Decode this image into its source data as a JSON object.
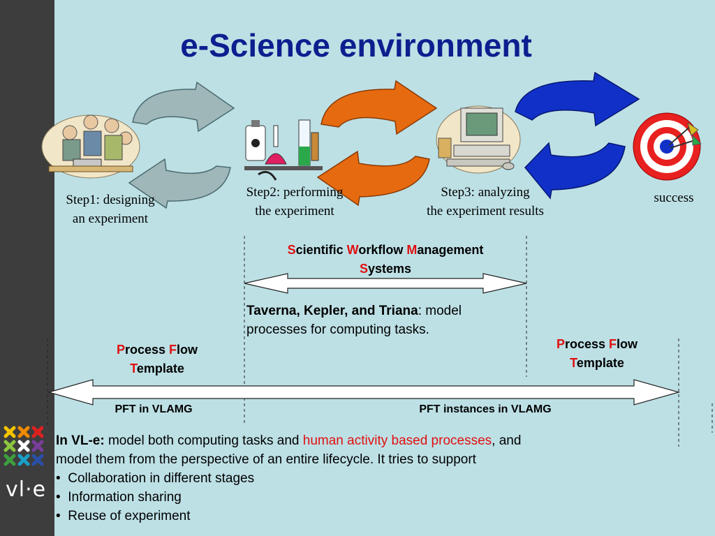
{
  "title": "e-Science environment",
  "steps": [
    {
      "line1": "Step1: designing",
      "line2": "an experiment"
    },
    {
      "line1": "Step2: performing",
      "line2": "the experiment"
    },
    {
      "line1": "Step3: analyzing",
      "line2": "the experiment results"
    },
    {
      "line1": "success",
      "line2": ""
    }
  ],
  "swms": {
    "s1": "S",
    "s1_rest": "cientific ",
    "w1": "W",
    "w1_rest": "orkflow ",
    "m1": "M",
    "m1_rest": "anagement",
    "s2": "S",
    "s2_rest": "ystems"
  },
  "taverna": {
    "bold": "Taverna, Kepler, and Triana",
    "rest": ": model",
    "line2": "processes for computing tasks."
  },
  "pft_template": {
    "p": "P",
    "p_rest": "rocess ",
    "f": "F",
    "f_rest": "low",
    "t": "T",
    "t_rest": "emplate"
  },
  "pft_labels": {
    "left": "PFT in VLAMG",
    "right": "PFT instances in VLAMG"
  },
  "vle": {
    "lead": "In VL-e:",
    "part1": " model both computing tasks and ",
    "highlight": "human activity based processes",
    "part2": ", and",
    "line2": "model them from the perspective of an entire lifecycle. It tries to support",
    "bullets": [
      "Collaboration in different stages",
      "Information sharing",
      "Reuse of experiment"
    ]
  },
  "logo_text": "vl·e",
  "colors": {
    "background": "#bde0e5",
    "title": "#0c1f8f",
    "accent_red": "#e01010",
    "sidebar": "#3d3d3d"
  }
}
